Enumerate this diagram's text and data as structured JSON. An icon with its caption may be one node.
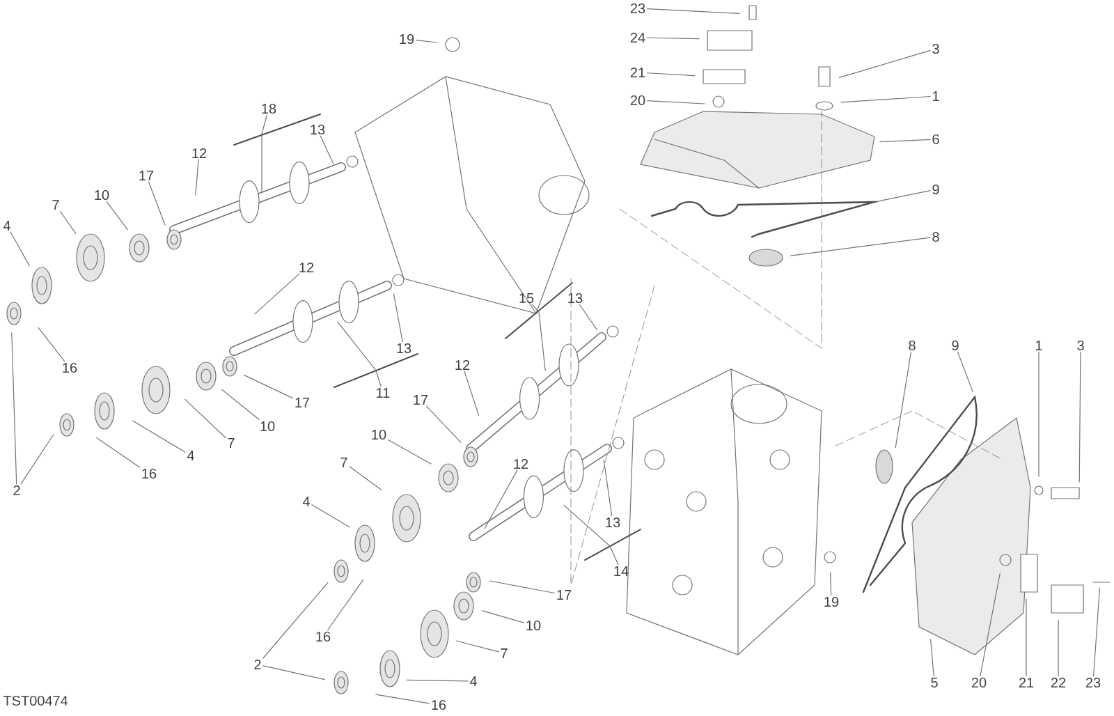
{
  "diagram": {
    "nodes": [
      {
        "text": [
          "23"
        ]
      },
      {
        "text": [
          "24"
        ]
      },
      {
        "text": [
          "21"
        ]
      },
      {
        "text": [
          "20"
        ]
      },
      {
        "text": [
          "3"
        ]
      },
      {
        "text": [
          "1"
        ]
      },
      {
        "text": [
          "6"
        ]
      },
      {
        "text": [
          "9"
        ]
      },
      {
        "text": [
          "8"
        ]
      },
      {
        "text": [
          "19"
        ]
      },
      {
        "text": [
          "18"
        ]
      },
      {
        "text": [
          "13"
        ]
      },
      {
        "text": [
          "12"
        ]
      },
      {
        "text": [
          "17"
        ]
      },
      {
        "text": [
          "10"
        ]
      },
      {
        "text": [
          "7"
        ]
      },
      {
        "text": [
          "4"
        ]
      },
      {
        "text": [
          "16"
        ]
      },
      {
        "text": [
          "2"
        ]
      },
      {
        "text": [
          "12"
        ]
      },
      {
        "text": [
          "13"
        ]
      },
      {
        "text": [
          "11"
        ]
      },
      {
        "text": [
          "17"
        ]
      },
      {
        "text": [
          "10"
        ]
      },
      {
        "text": [
          "7"
        ]
      },
      {
        "text": [
          "4"
        ]
      },
      {
        "text": [
          "16"
        ]
      },
      {
        "text": [
          "12"
        ]
      },
      {
        "text": [
          "17"
        ]
      },
      {
        "text": [
          "10"
        ]
      },
      {
        "text": [
          "7"
        ]
      },
      {
        "text": [
          "4"
        ]
      },
      {
        "text": [
          "2"
        ]
      },
      {
        "text": [
          "16"
        ]
      },
      {
        "text": [
          "15"
        ]
      },
      {
        "text": [
          "13"
        ]
      },
      {
        "text": [
          "12"
        ]
      },
      {
        "text": [
          "13"
        ]
      },
      {
        "text": [
          "14"
        ]
      },
      {
        "text": [
          "17"
        ]
      },
      {
        "text": [
          "10"
        ]
      },
      {
        "text": [
          "7"
        ]
      },
      {
        "text": [
          "4"
        ]
      },
      {
        "text": [
          "16"
        ]
      },
      {
        "text": [
          "8"
        ]
      },
      {
        "text": [
          "9"
        ]
      },
      {
        "text": [
          "1"
        ]
      },
      {
        "text": [
          "3"
        ]
      },
      {
        "text": [
          "19"
        ]
      },
      {
        "text": [
          "5"
        ]
      },
      {
        "text": [
          "20"
        ]
      },
      {
        "text": [
          "21"
        ]
      },
      {
        "text": [
          "22"
        ]
      },
      {
        "text": [
          "23"
        ]
      }
    ],
    "edges": [
      {
        "from": 0,
        "to": null,
        "arrow": "none"
      },
      {
        "from": 1,
        "to": null,
        "arrow": "none"
      },
      {
        "from": 2,
        "to": null,
        "arrow": "none"
      },
      {
        "from": 3,
        "to": null,
        "arrow": "none"
      },
      {
        "from": 4,
        "to": null,
        "arrow": "none"
      },
      {
        "from": 5,
        "to": null,
        "arrow": "none"
      },
      {
        "from": 6,
        "to": null,
        "arrow": "none"
      },
      {
        "from": 7,
        "to": null,
        "arrow": "none"
      },
      {
        "from": 8,
        "to": null,
        "arrow": "none"
      },
      {
        "from": 9,
        "to": null,
        "arrow": "none"
      },
      {
        "from": 10,
        "to": null,
        "arrow": "none"
      },
      {
        "from": 11,
        "to": null,
        "arrow": "none"
      },
      {
        "from": 12,
        "to": null,
        "arrow": "none"
      },
      {
        "from": 13,
        "to": null,
        "arrow": "none"
      },
      {
        "from": 14,
        "to": null,
        "arrow": "none"
      },
      {
        "from": 15,
        "to": null,
        "arrow": "none"
      },
      {
        "from": 16,
        "to": null,
        "arrow": "none"
      },
      {
        "from": 17,
        "to": null,
        "arrow": "none"
      },
      {
        "from": 18,
        "to": null,
        "arrow": "none"
      },
      {
        "from": 18,
        "to": null,
        "arrow": "none"
      },
      {
        "from": 19,
        "to": null,
        "arrow": "none"
      },
      {
        "from": 20,
        "to": null,
        "arrow": "none"
      },
      {
        "from": 21,
        "to": null,
        "arrow": "none"
      },
      {
        "from": 22,
        "to": null,
        "arrow": "none"
      },
      {
        "from": 23,
        "to": null,
        "arrow": "none"
      },
      {
        "from": 24,
        "to": null,
        "arrow": "none"
      },
      {
        "from": 25,
        "to": null,
        "arrow": "none"
      },
      {
        "from": 26,
        "to": null,
        "arrow": "none"
      },
      {
        "from": 27,
        "to": null,
        "arrow": "none"
      },
      {
        "from": 28,
        "to": null,
        "arrow": "none"
      },
      {
        "from": 29,
        "to": null,
        "arrow": "none"
      },
      {
        "from": 30,
        "to": null,
        "arrow": "none"
      },
      {
        "from": 31,
        "to": null,
        "arrow": "none"
      },
      {
        "from": 32,
        "to": null,
        "arrow": "none"
      },
      {
        "from": 32,
        "to": null,
        "arrow": "none"
      },
      {
        "from": 33,
        "to": null,
        "arrow": "none"
      },
      {
        "from": 34,
        "to": null,
        "arrow": "none"
      },
      {
        "from": 35,
        "to": null,
        "arrow": "none"
      },
      {
        "from": 36,
        "to": null,
        "arrow": "none"
      },
      {
        "from": 37,
        "to": null,
        "arrow": "none"
      },
      {
        "from": 38,
        "to": null,
        "arrow": "none"
      },
      {
        "from": 39,
        "to": null,
        "arrow": "none"
      },
      {
        "from": 40,
        "to": null,
        "arrow": "none"
      },
      {
        "from": 41,
        "to": null,
        "arrow": "none"
      },
      {
        "from": 42,
        "to": null,
        "arrow": "none"
      },
      {
        "from": 43,
        "to": null,
        "arrow": "none"
      },
      {
        "from": 44,
        "to": null,
        "arrow": "none"
      },
      {
        "from": 45,
        "to": null,
        "arrow": "none"
      },
      {
        "from": 46,
        "to": null,
        "arrow": "none"
      },
      {
        "from": 47,
        "to": null,
        "arrow": "none"
      },
      {
        "from": 48,
        "to": null,
        "arrow": "none"
      },
      {
        "from": 49,
        "to": null,
        "arrow": "none"
      },
      {
        "from": 50,
        "to": null,
        "arrow": "none"
      },
      {
        "from": 51,
        "to": null,
        "arrow": "none"
      },
      {
        "from": 52,
        "to": null,
        "arrow": "none"
      },
      {
        "from": 53,
        "to": null,
        "arrow": "none"
      }
    ],
    "labels": [
      "TST00474"
    ]
  }
}
